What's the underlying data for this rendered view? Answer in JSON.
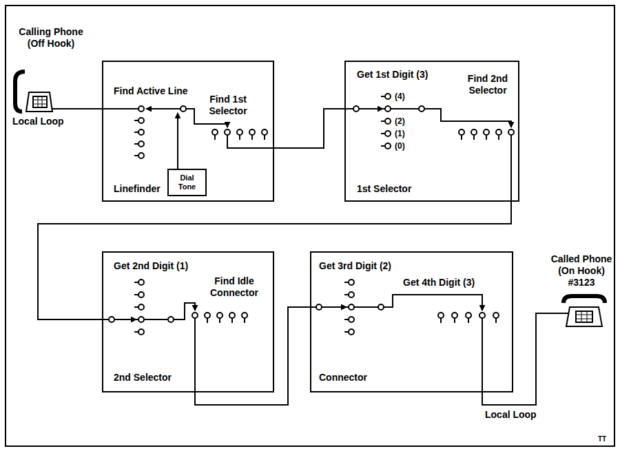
{
  "diagram": {
    "nodes": [
      {
        "text": [
          "Calling Phone (Off Hook)"
        ]
      },
      {
        "text": [
          "Find Active Line",
          "Find 1st Selector",
          "Linefinder"
        ]
      },
      {
        "text": [
          "Dial Tone"
        ],
        "in": 1
      },
      {
        "text": [
          "Get 1st Digit (3)",
          "(4)",
          "(2)",
          "(1)",
          "(0)",
          "Find 2nd Selector",
          "1st Selector"
        ]
      },
      {
        "text": [
          "Get 2nd Digit (1)",
          "Find Idle Connector",
          "2nd Selector"
        ]
      },
      {
        "text": [
          "Get 3rd Digit (2)",
          "Get 4th Digit (3)",
          "Connector"
        ]
      },
      {
        "text": [
          "Called Phone (On Hook) #3123"
        ]
      }
    ],
    "edges": [
      {
        "from": 0,
        "to": 1,
        "arrow": "none",
        "label": "Local Loop"
      },
      {
        "from": 1,
        "to": 3,
        "arrow": "none"
      },
      {
        "from": 3,
        "to": 4,
        "arrow": "none"
      },
      {
        "from": 4,
        "to": 5,
        "arrow": "none"
      },
      {
        "from": 5,
        "to": 6,
        "arrow": "none",
        "label": "Local Loop"
      }
    ],
    "labels": [
      "TT"
    ]
  }
}
